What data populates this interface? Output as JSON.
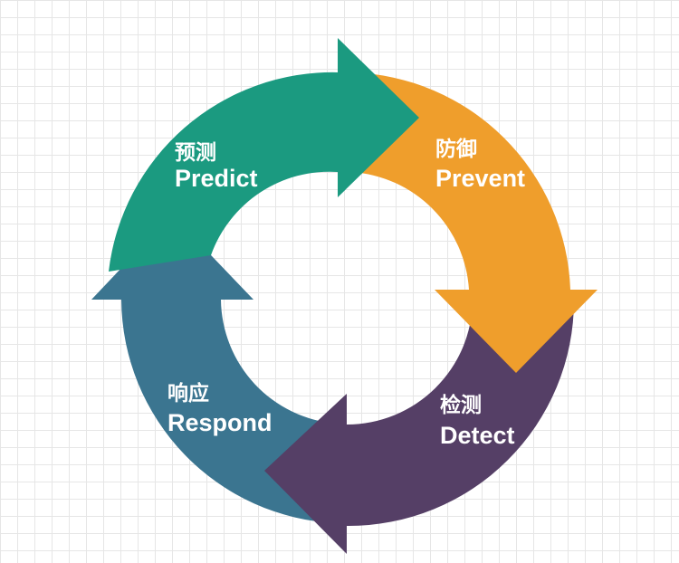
{
  "colors": {
    "predict": "#1b9a80",
    "prevent": "#ef9e2c",
    "detect": "#553f66",
    "respond": "#3b7590",
    "label": "#ffffff"
  },
  "stages": {
    "predict": {
      "cn": "预测",
      "en": "Predict"
    },
    "prevent": {
      "cn": "防御",
      "en": "Prevent"
    },
    "detect": {
      "cn": "检测",
      "en": "Detect"
    },
    "respond": {
      "cn": "响应",
      "en": "Respond"
    }
  }
}
